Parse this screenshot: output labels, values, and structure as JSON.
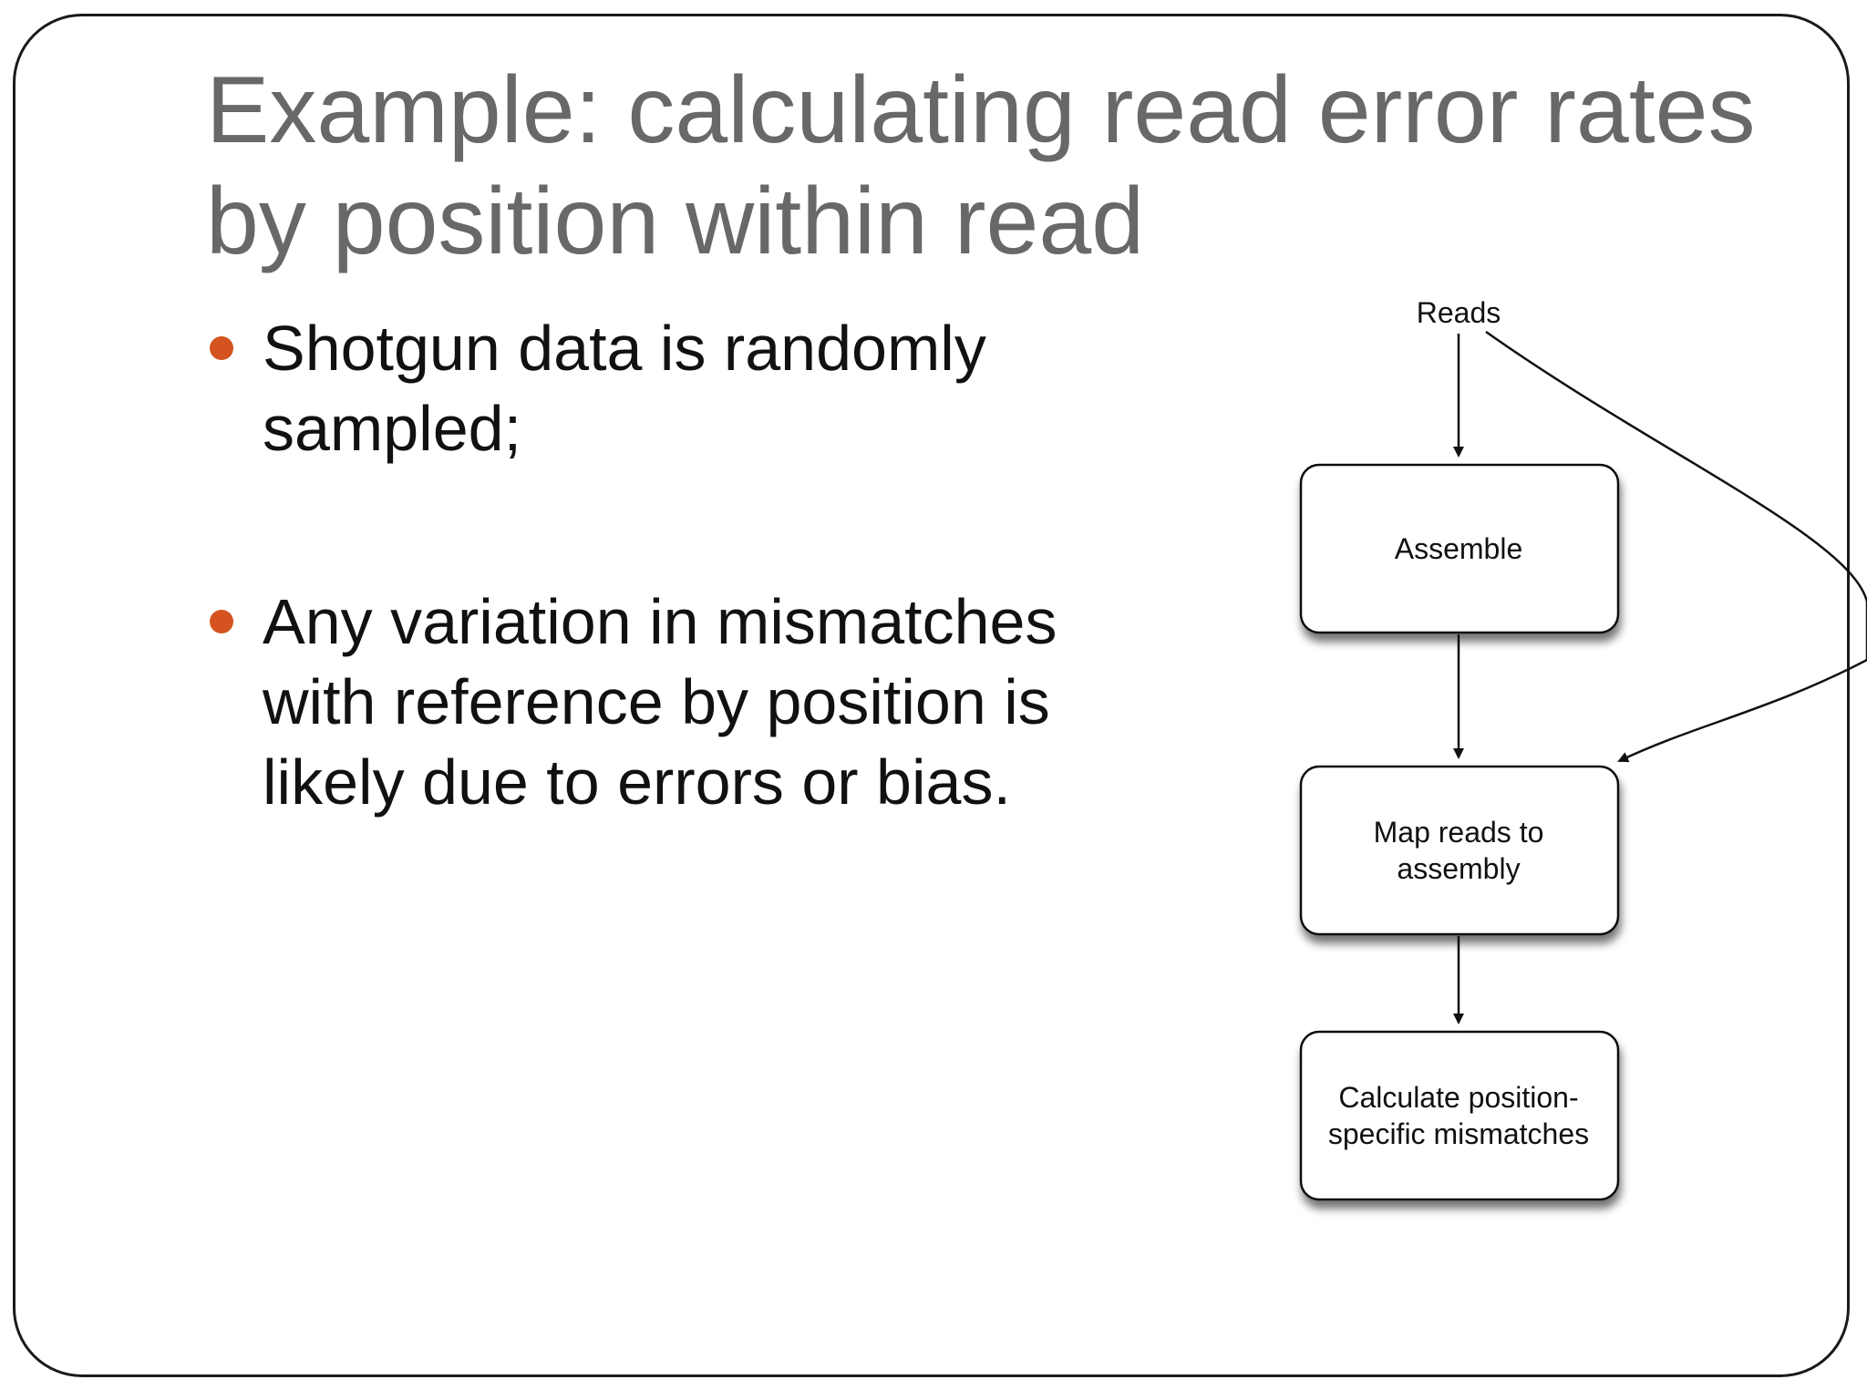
{
  "slide": {
    "title_lines": [
      "Example: calculating read error rates",
      "by position within read"
    ],
    "bullets": [
      {
        "lines": [
          "Shotgun data is randomly",
          "sampled;"
        ]
      },
      {
        "lines": [
          "Any variation in mismatches",
          "with reference by position is",
          "likely due to errors or bias."
        ]
      }
    ],
    "bullet_color": "#d4531e",
    "title_color": "#686868"
  },
  "diagram": {
    "input_label": "Reads",
    "steps": [
      {
        "lines": [
          "Assemble"
        ]
      },
      {
        "lines": [
          "Map reads to",
          "assembly"
        ]
      },
      {
        "lines": [
          "Calculate position-",
          "specific mismatches"
        ]
      }
    ]
  }
}
